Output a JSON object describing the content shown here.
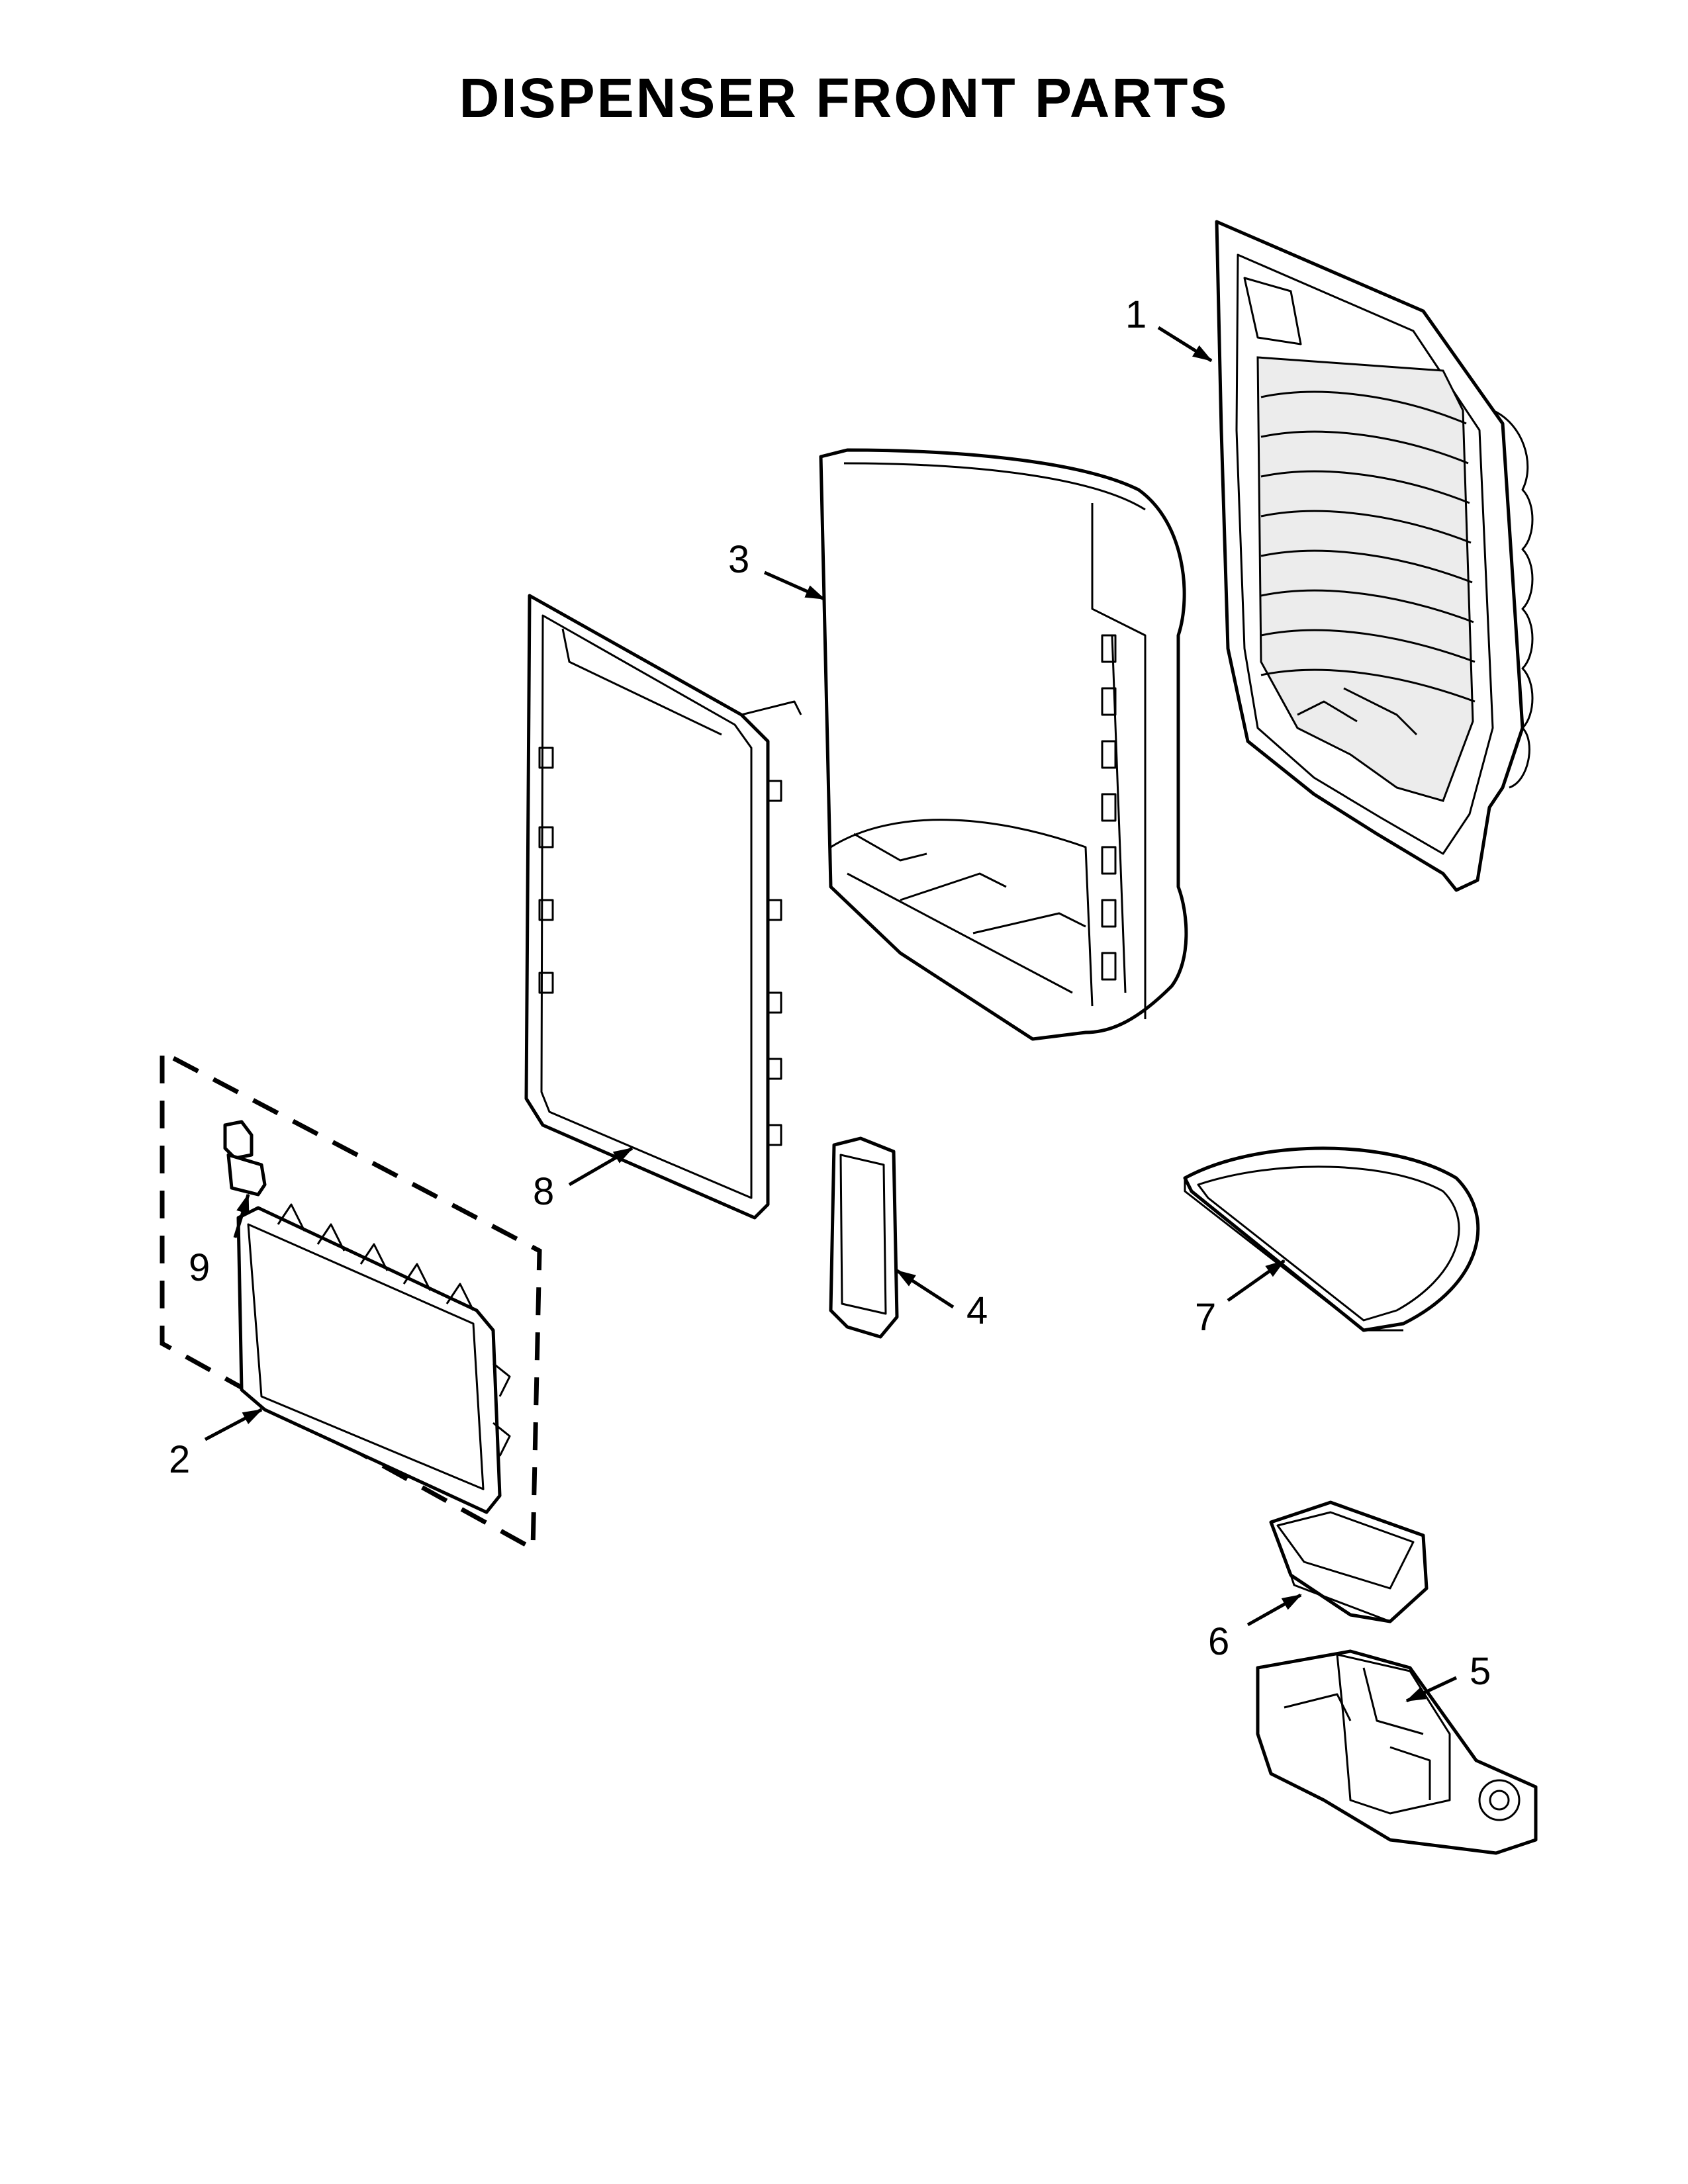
{
  "title": "DISPENSER FRONT PARTS",
  "callouts": {
    "p1": "1",
    "p2": "2",
    "p3": "3",
    "p4": "4",
    "p5": "5",
    "p6": "6",
    "p7": "7",
    "p8": "8",
    "p9": "9"
  }
}
